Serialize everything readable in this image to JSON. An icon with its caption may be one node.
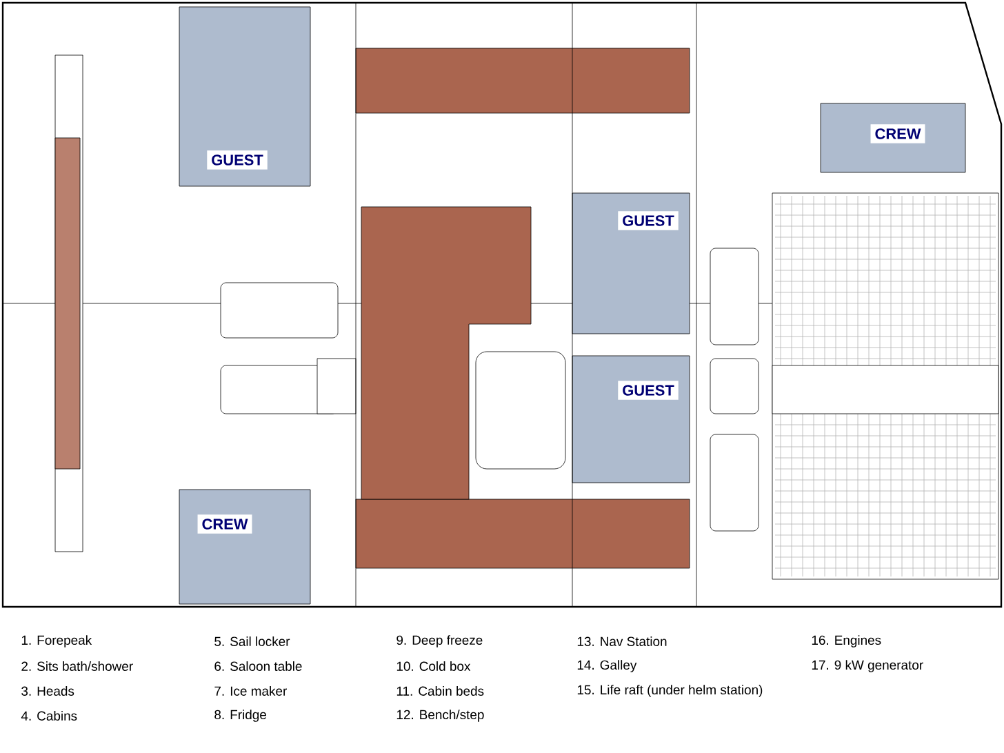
{
  "diagram": {
    "labels": [
      "GUEST",
      "CREW",
      "GUEST",
      "GUEST",
      "CREW",
      "1. Forepeak",
      "2. Sits bath/shower",
      "3. Heads",
      "4. Cabins",
      "5. Sail locker",
      "6. Saloon table",
      "7. Ice maker",
      "8. Fridge",
      "9. Deep freeze",
      "10. Cold box",
      "11. Cabin beds",
      "12. Bench/step",
      "13. Nav Station",
      "14. Galley",
      "15. Life raft (under helm station)",
      "16. Engines",
      "17. 9 kW generator"
    ]
  }
}
